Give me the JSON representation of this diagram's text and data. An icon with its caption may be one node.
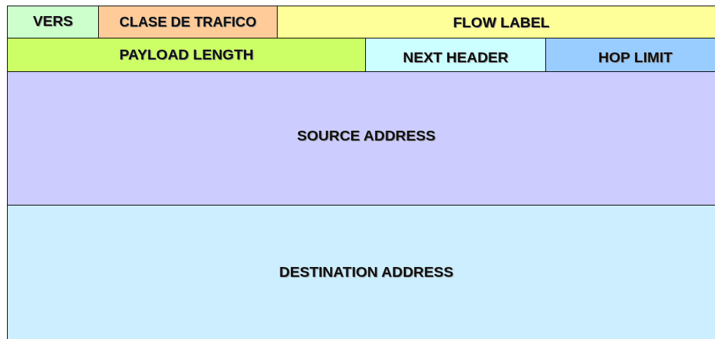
{
  "diagram": {
    "nodes": [
      {
        "text": [
          "VERS"
        ]
      },
      {
        "text": [
          "CLASE DE TRAFICO"
        ]
      },
      {
        "text": [
          "FLOW LABEL"
        ]
      },
      {
        "text": [
          "PAYLOAD LENGTH"
        ]
      },
      {
        "text": [
          "NEXT HEADER"
        ]
      },
      {
        "text": [
          "HOP LIMIT"
        ]
      },
      {
        "text": [
          "SOURCE ADDRESS"
        ]
      },
      {
        "text": [
          "DESTINATION ADDRESS"
        ]
      }
    ]
  }
}
